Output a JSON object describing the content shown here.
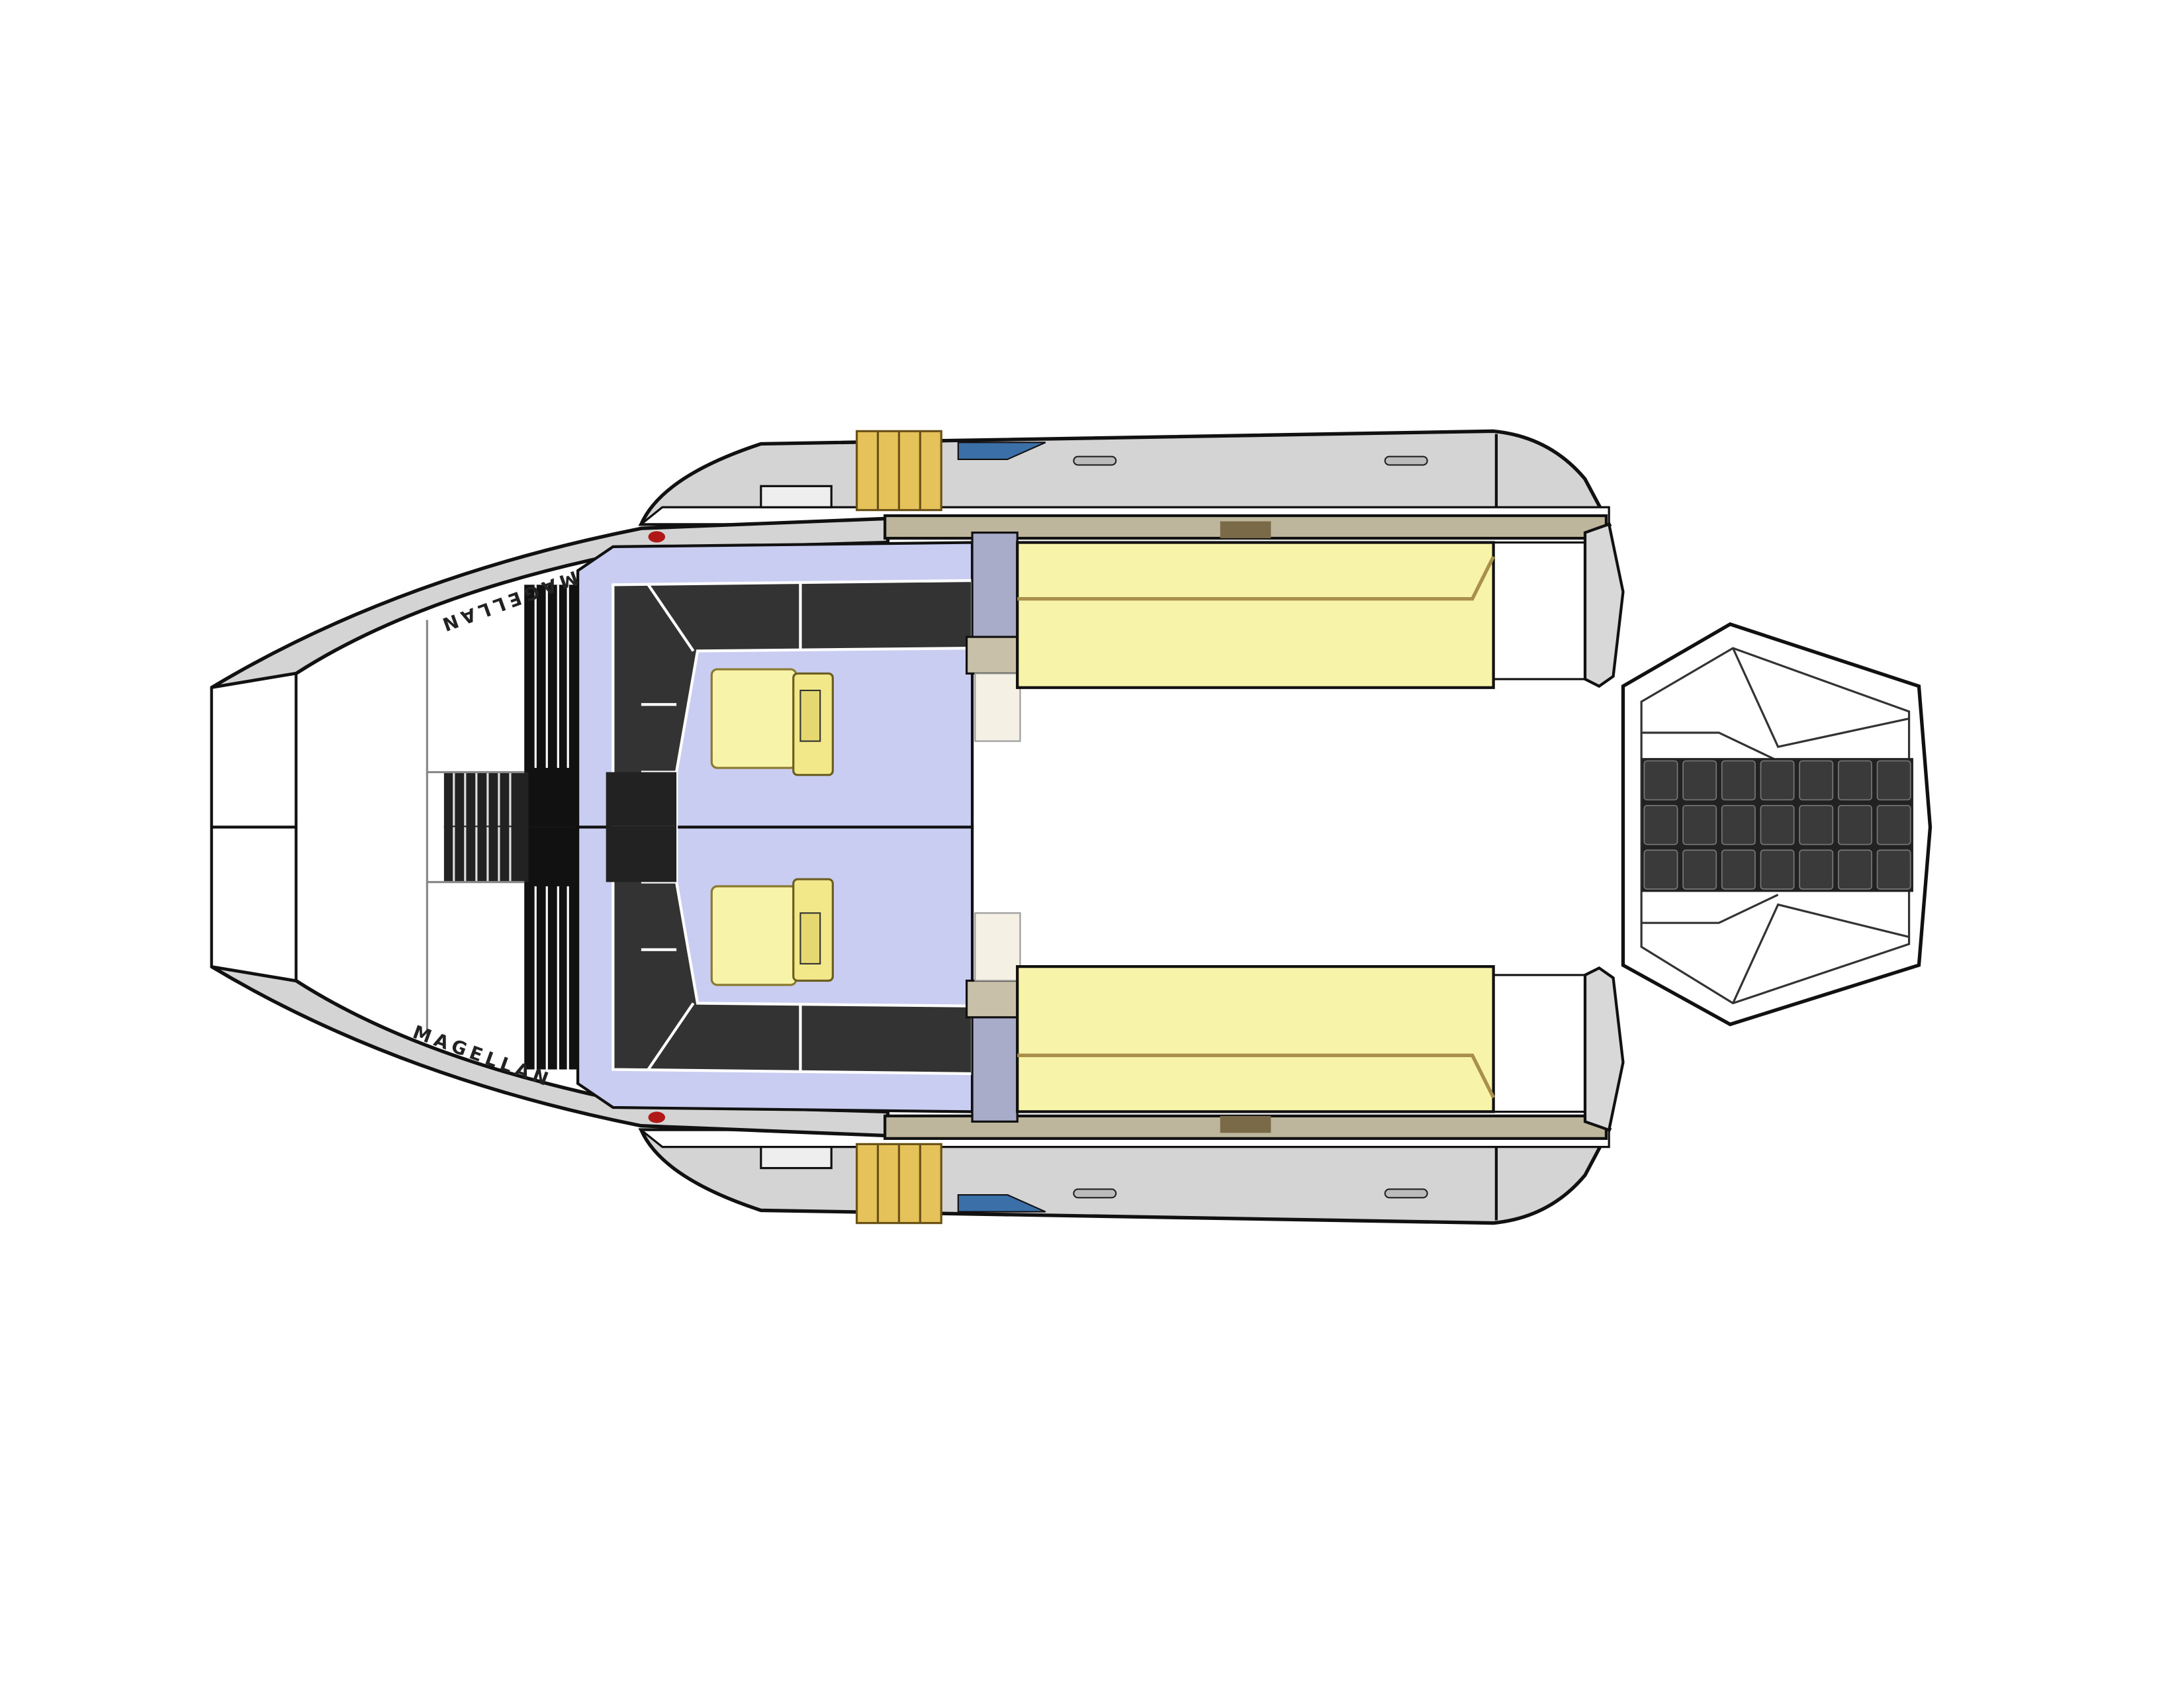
{
  "drawing": {
    "ship_name_top": "MAGELLAN",
    "ship_name_bottom": "MAGELLAN"
  },
  "colors": {
    "hull": "#d4d4d4",
    "interior_floor": "#ffffff",
    "wall_lavender": "#c9cdf2",
    "bench_dark": "#333333",
    "bed_yellow": "#f7f3a8",
    "gold_stripe": "#d9b34a",
    "accent_blue": "#3a6fa8",
    "rail_tan": "#bdb59c"
  },
  "rear_module_grid": {
    "columns": 7,
    "rows": 3
  }
}
